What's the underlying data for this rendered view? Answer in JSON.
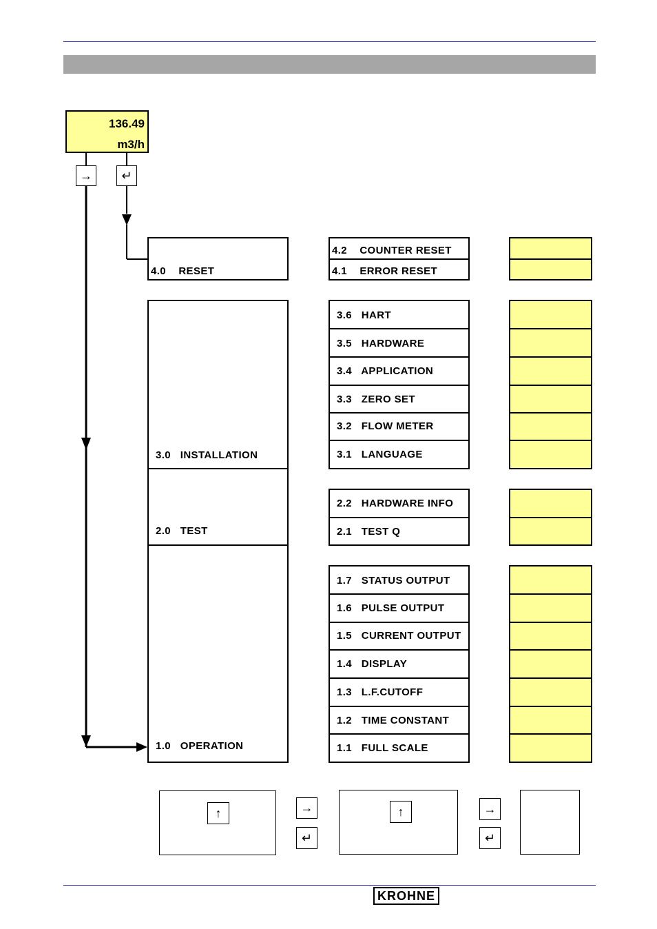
{
  "display": {
    "value": "136.49",
    "unit": "m3/h"
  },
  "keys": {
    "cursor": "→",
    "enter": "↵",
    "up": "↑"
  },
  "sections": {
    "reset": "4.0    RESET",
    "installation": "3.0   INSTALLATION",
    "test": "2.0   TEST",
    "operation": "1.0   OPERATION"
  },
  "items": {
    "reset": [
      "4.2    COUNTER RESET",
      "4.1    ERROR RESET"
    ],
    "installation": [
      "3.6   HART",
      "3.5   HARDWARE",
      "3.4   APPLICATION",
      "3.3   ZERO SET",
      "3.2   FLOW METER",
      "3.1   LANGUAGE"
    ],
    "test": [
      "2.2   HARDWARE INFO",
      "2.1   TEST Q"
    ],
    "operation": [
      "1.7   STATUS OUTPUT",
      "1.6   PULSE OUTPUT",
      "1.5   CURRENT OUTPUT",
      "1.4   DISPLAY",
      "1.3   L.F.CUTOFF",
      "1.2   TIME CONSTANT",
      "1.1   FULL SCALE"
    ]
  },
  "logo": "KROHNE",
  "colors": {
    "display": "#ffff99",
    "header_bar": "#a6a6a6",
    "rule": "#2a2aa8"
  }
}
